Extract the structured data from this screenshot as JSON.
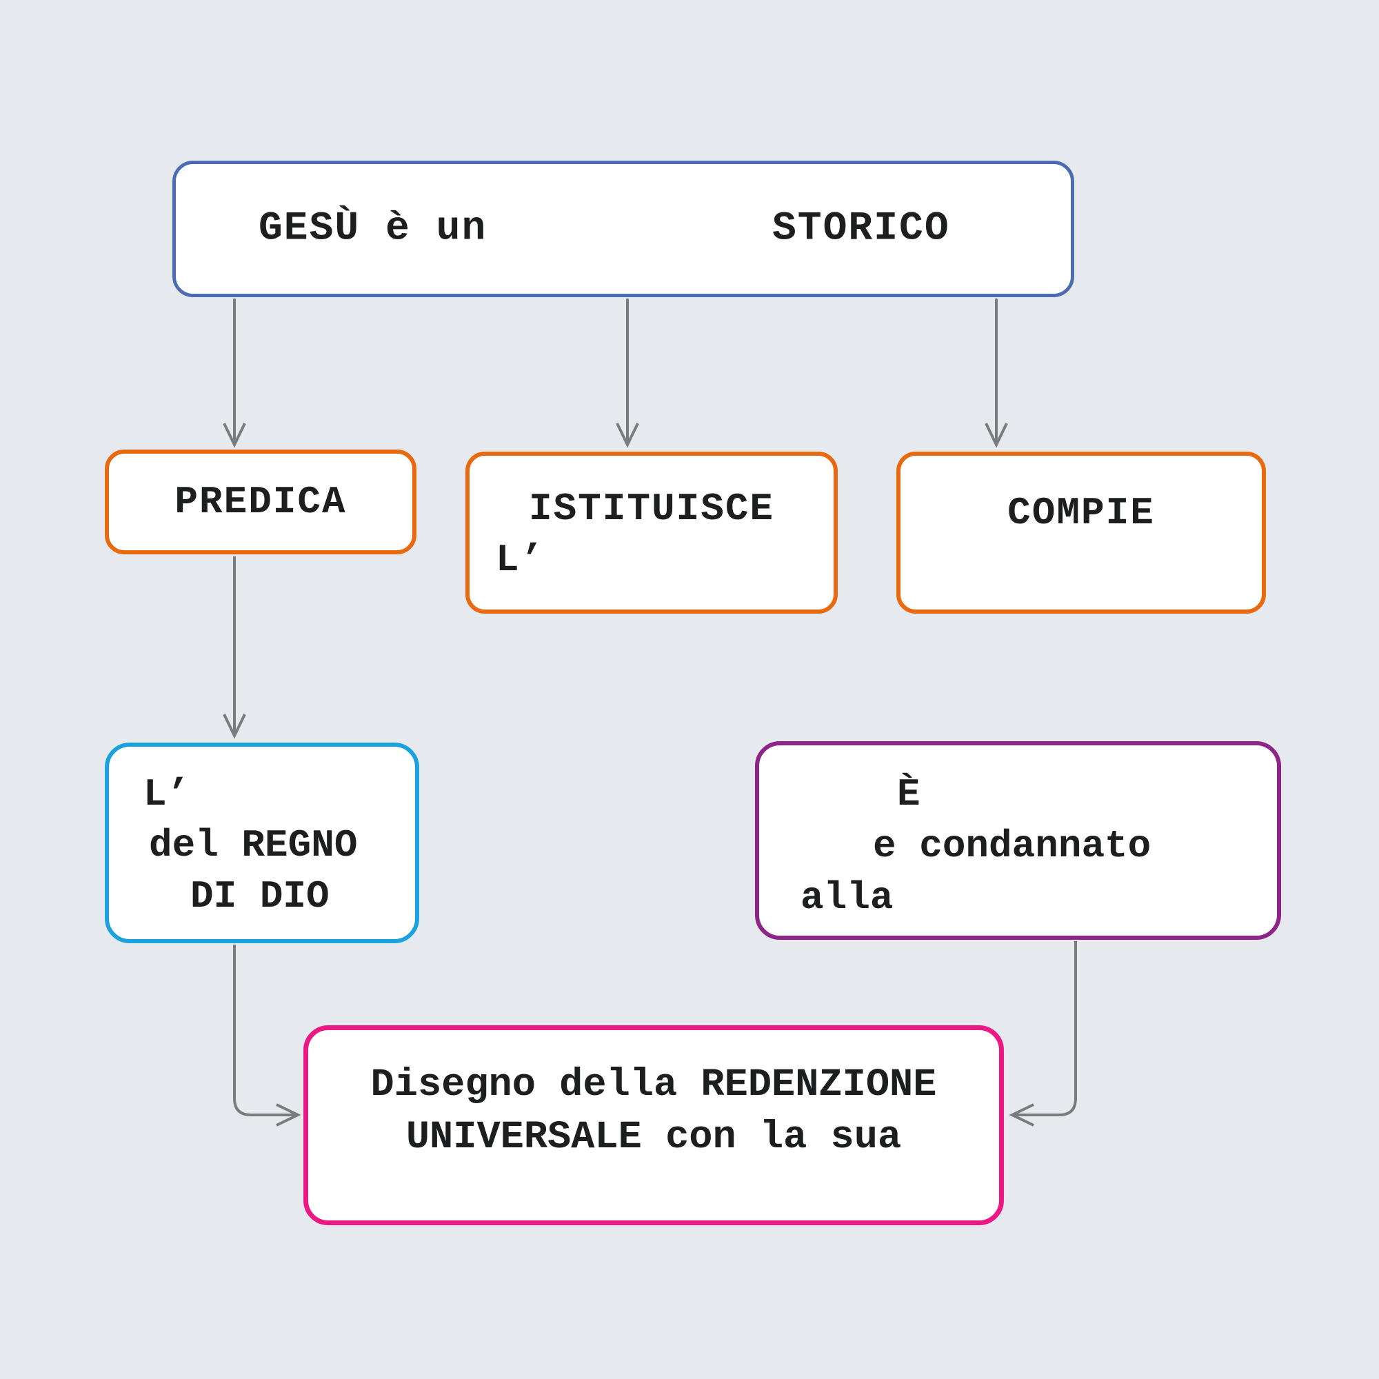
{
  "diagram": {
    "title_box": {
      "prefix": "GESÙ è un",
      "suffix": "STORICO"
    },
    "predica_box": {
      "label": "PREDICA"
    },
    "istituisce_box": {
      "line1": "ISTITUISCE",
      "line2": "L’"
    },
    "compie_box": {
      "label": "COMPIE"
    },
    "regno_box": {
      "line1": "L’",
      "line2": "del REGNO",
      "line3": "DI DIO"
    },
    "condanna_box": {
      "line1": "È",
      "line2": "e condannato",
      "line3": "alla"
    },
    "redenzione_box": {
      "line1": "Disegno della REDENZIONE",
      "line2": "UNIVERSALE con la sua"
    }
  },
  "colors": {
    "background": "#e6eaee",
    "box_fill": "#ffffff",
    "title_border": "#4d6cb4",
    "action_border": "#e8690f",
    "regno_border": "#1ba2de",
    "condanna_border": "#8e2488",
    "redenzione_border": "#ec1984",
    "arrow": "#7a7b7e",
    "text": "#1d1e20"
  }
}
